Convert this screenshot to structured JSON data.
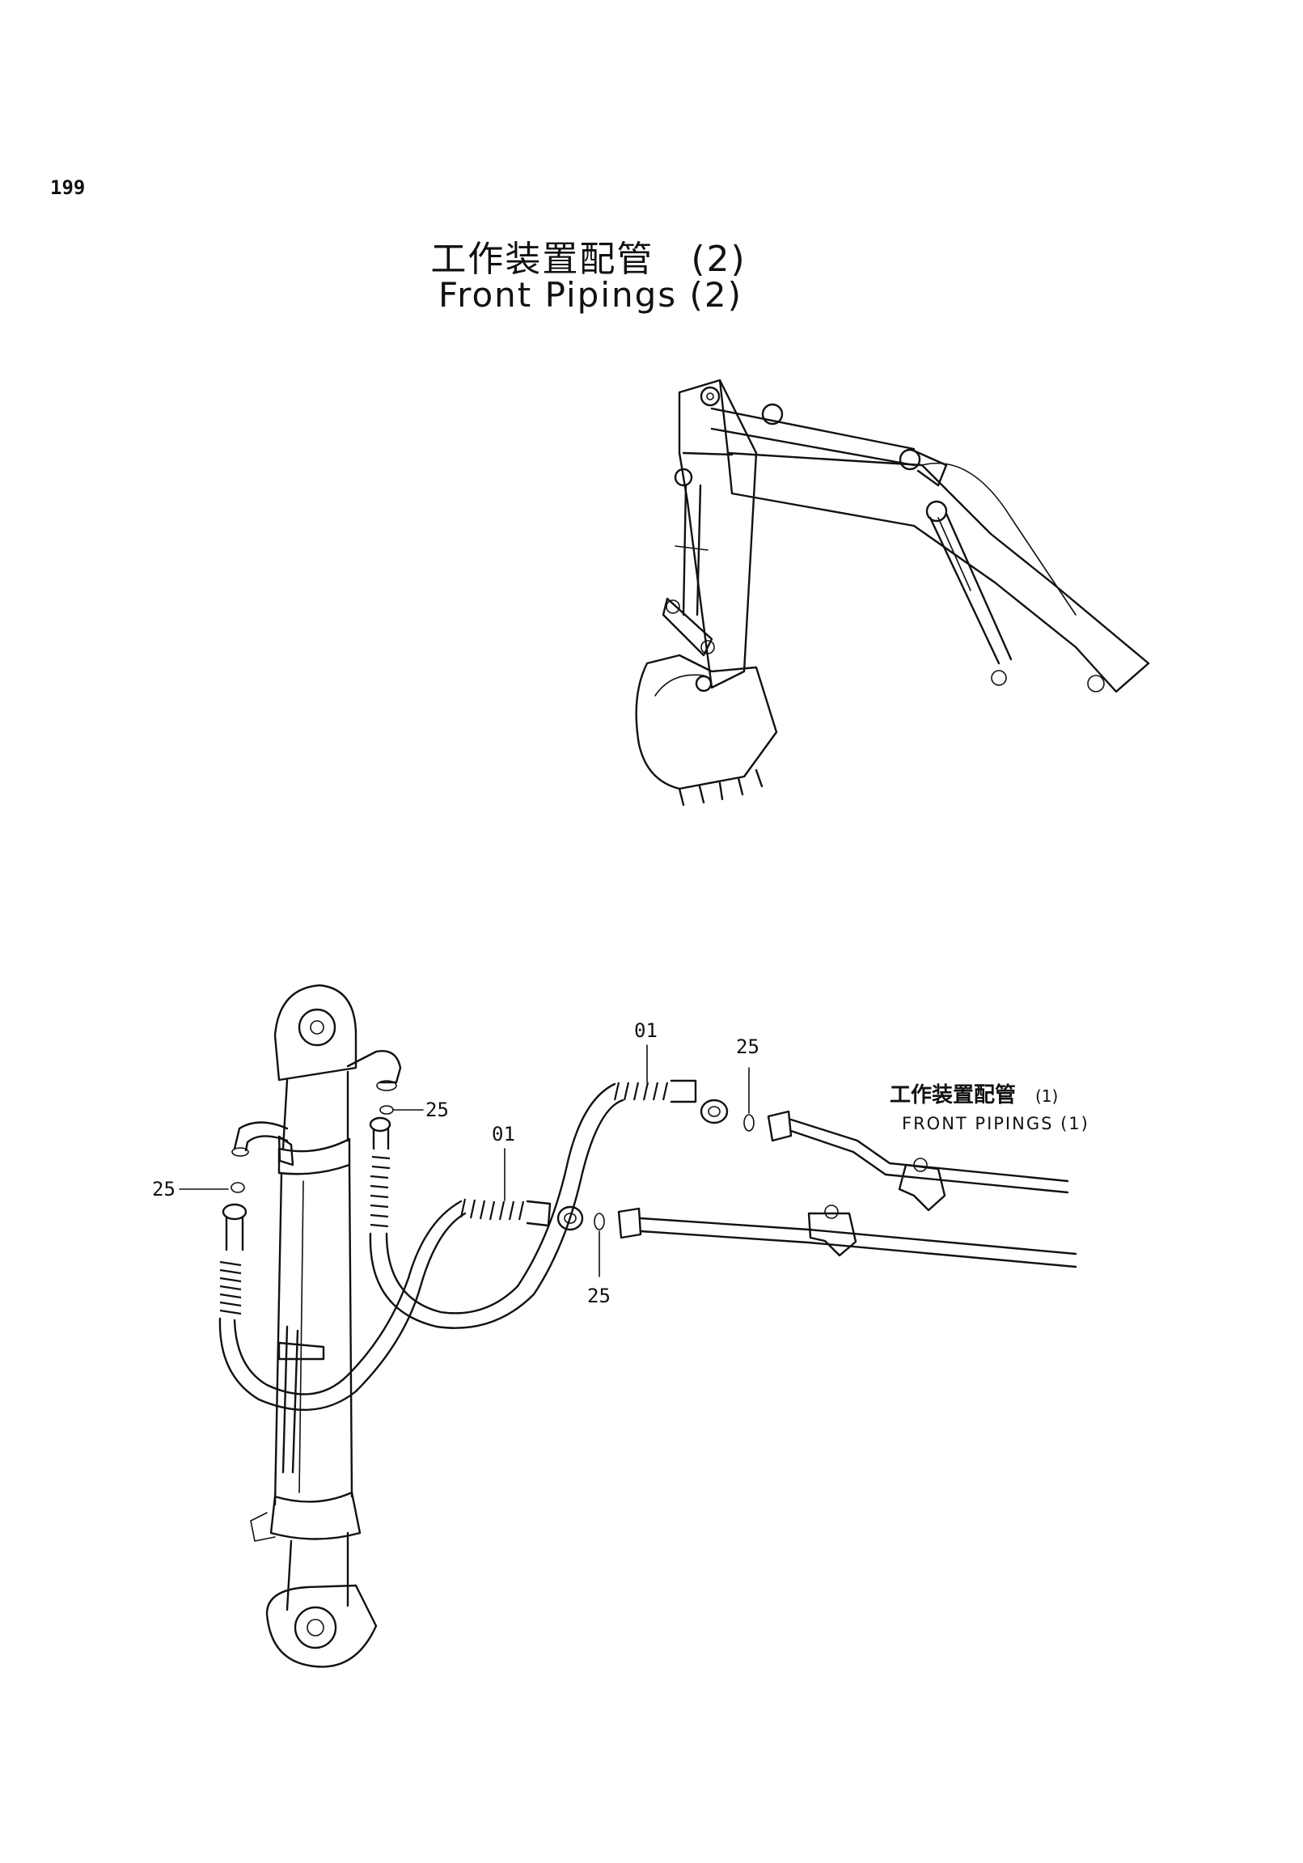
{
  "page": {
    "number": "199",
    "title_jp": "工作装置配管　(2)",
    "title_en": "Front Pipings (2)"
  },
  "callouts": [
    {
      "id": "hose-upper",
      "label": "01"
    },
    {
      "id": "hose-lower",
      "label": "01"
    },
    {
      "id": "oring-a",
      "label": "25"
    },
    {
      "id": "oring-b",
      "label": "25"
    },
    {
      "id": "oring-c",
      "label": "25"
    },
    {
      "id": "oring-d",
      "label": "25"
    }
  ],
  "reference": {
    "label_jp": "工作装置配管",
    "label_jp_suffix": "(1)",
    "label_en": "FRONT PIPINGS (1)"
  }
}
